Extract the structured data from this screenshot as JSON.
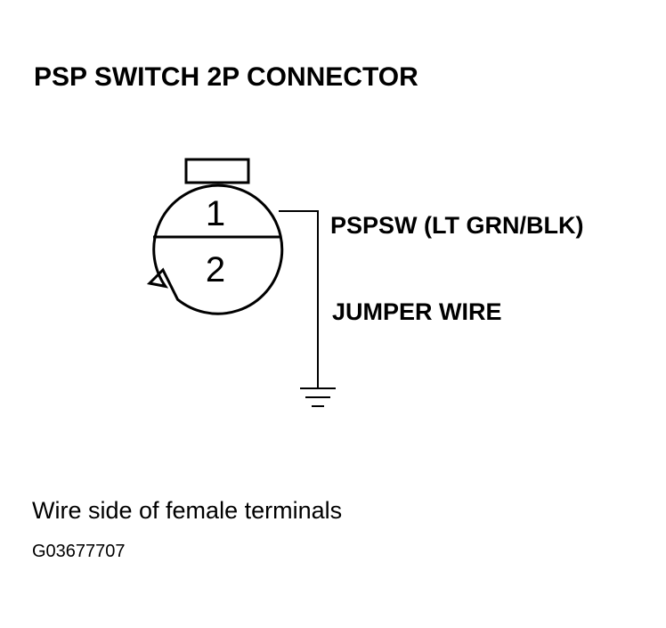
{
  "title": "PSP SWITCH 2P CONNECTOR",
  "connector": {
    "pins": [
      {
        "number": "1"
      },
      {
        "number": "2"
      }
    ]
  },
  "labels": {
    "wire": "PSPSW (LT GRN/BLK)",
    "jumper": "JUMPER WIRE"
  },
  "caption": "Wire side of female terminals",
  "figure_id": "G03677707",
  "colors": {
    "line": "#000000",
    "background": "#ffffff"
  }
}
